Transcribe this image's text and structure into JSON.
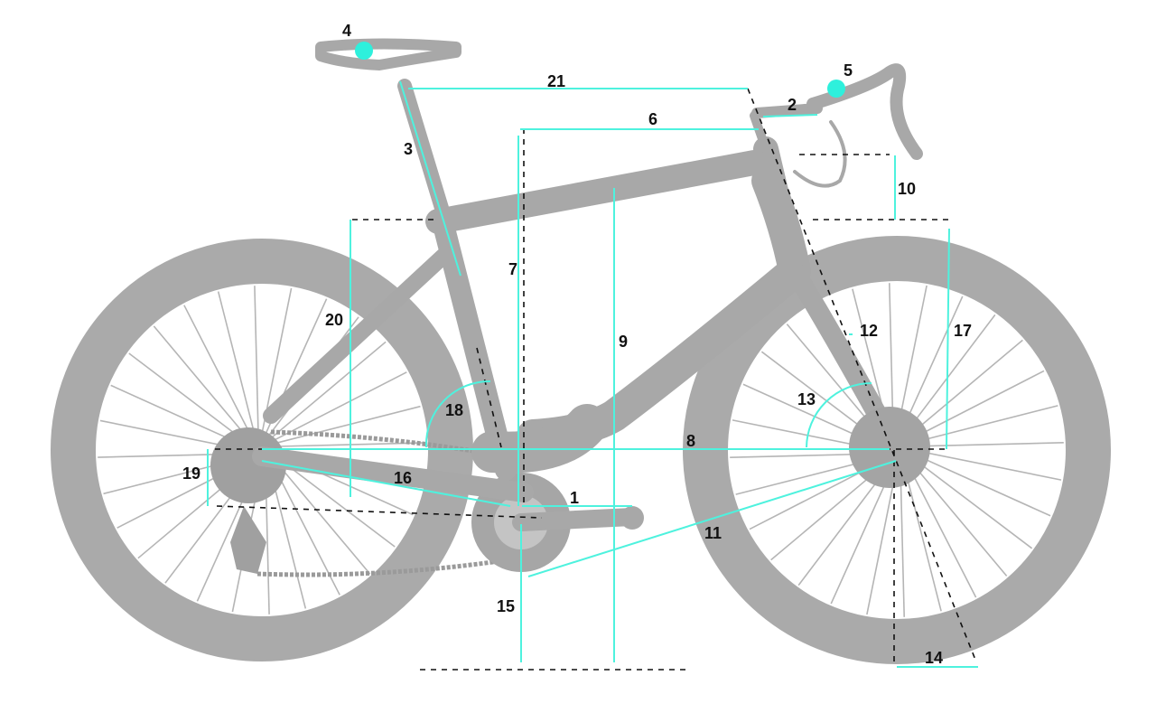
{
  "labels": {
    "l1": "1",
    "l2": "2",
    "l3": "3",
    "l4": "4",
    "l5": "5",
    "l6": "6",
    "l7": "7",
    "l8": "8",
    "l9": "9",
    "l10": "10",
    "l11": "11",
    "l12": "12",
    "l13": "13",
    "l14": "14",
    "l15": "15",
    "l16": "16",
    "l17": "17",
    "l18": "18",
    "l19": "19",
    "l20": "20",
    "l21": "21"
  },
  "colors": {
    "measurement_line": "#4ef2de",
    "reference_line": "#111111",
    "bike_silhouette": "#a8a8a8",
    "marker_dot": "#2ef0dc"
  },
  "markers": [
    "saddle-point-marker",
    "handlebar-point-marker"
  ]
}
